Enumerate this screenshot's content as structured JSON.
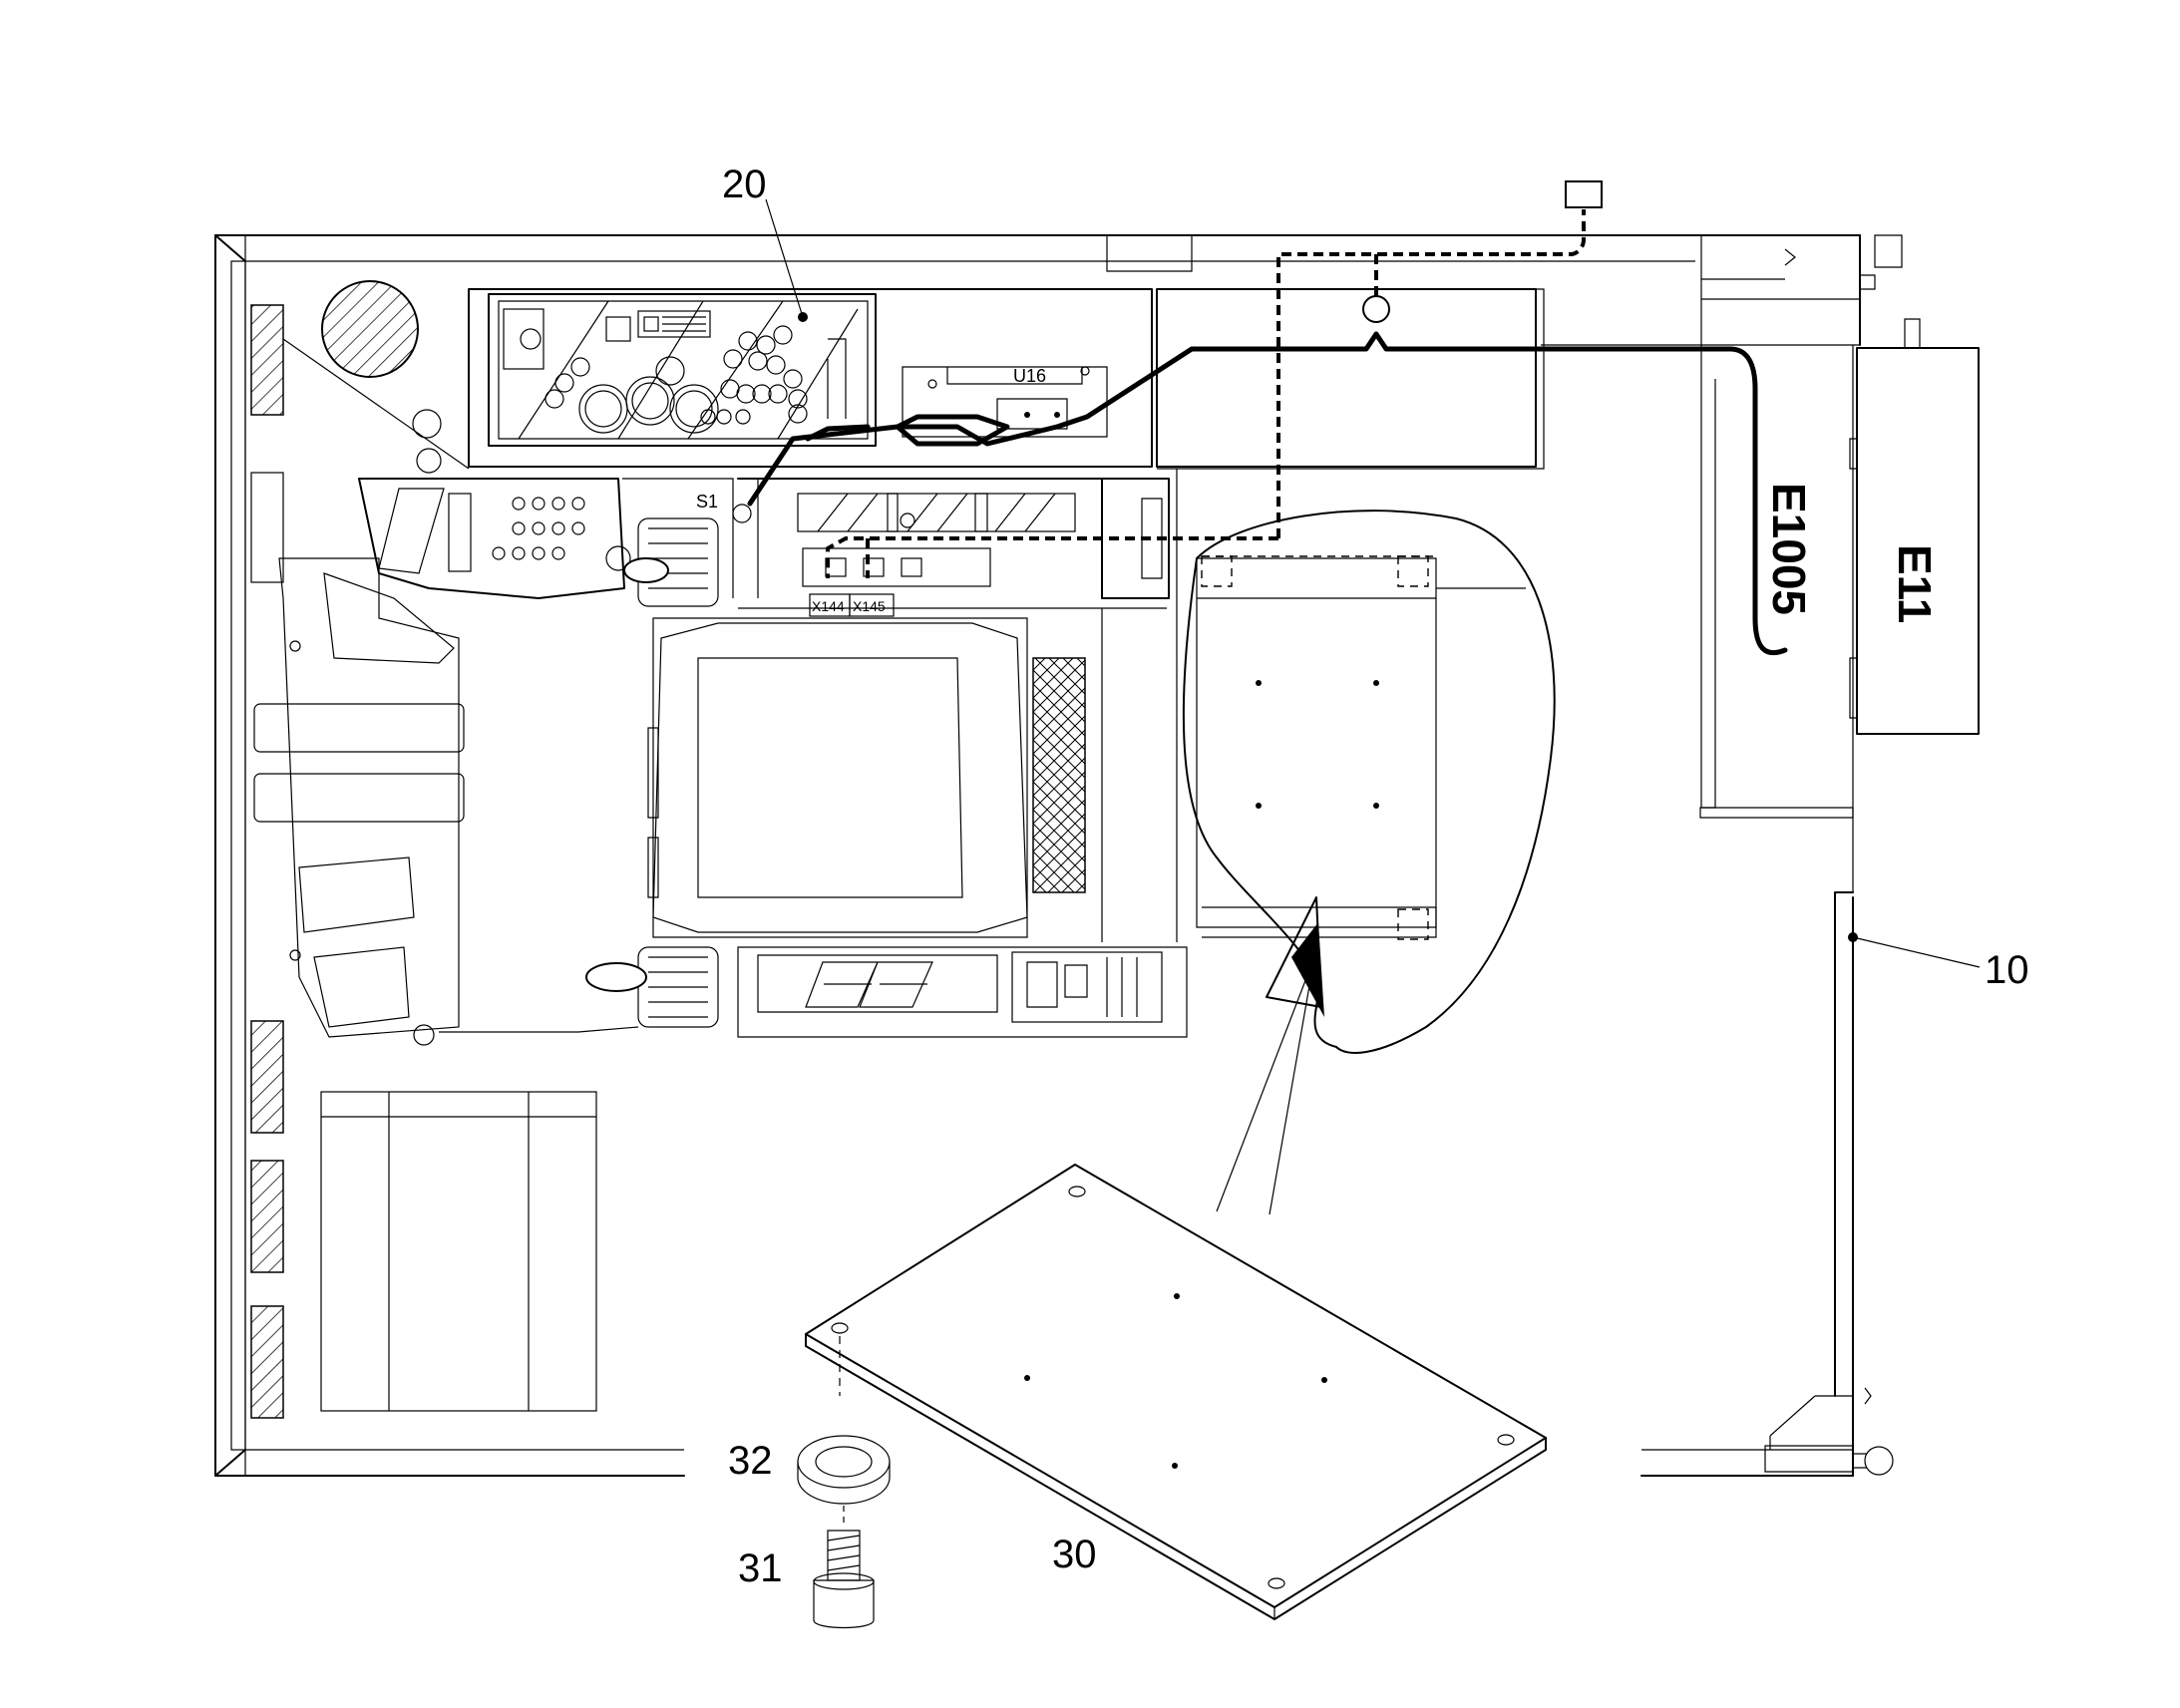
{
  "callouts": {
    "item_20": "20",
    "item_10": "10",
    "item_30": "30",
    "item_31": "31",
    "item_32": "32"
  },
  "component_labels": {
    "s1": "S1",
    "u16": "U16",
    "x144": "X144",
    "x145": "X145",
    "e1005": "E1005",
    "e11": "E11"
  },
  "colors": {
    "line": "#000000",
    "background": "#ffffff"
  }
}
